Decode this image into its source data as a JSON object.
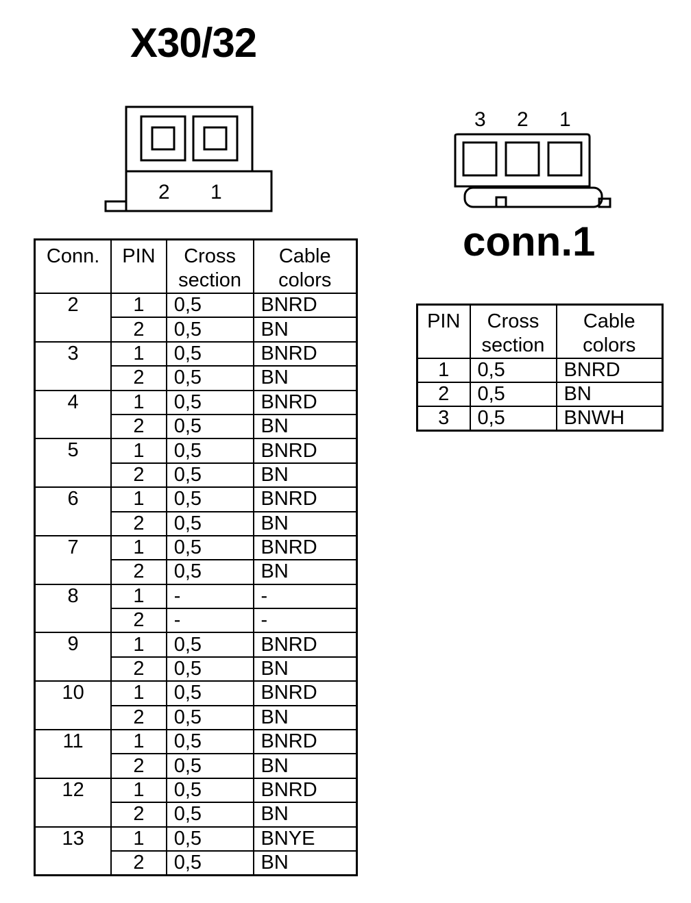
{
  "x30_block": {
    "title": "X30/32",
    "pin_labels": [
      "2",
      "1"
    ],
    "table": {
      "headers": [
        "Conn.",
        "PIN",
        "Cross\nsection",
        "Cable\ncolors"
      ],
      "groups": [
        {
          "conn": "2",
          "rows": [
            {
              "pin": "1",
              "section": "0,5",
              "color": "BNRD"
            },
            {
              "pin": "2",
              "section": "0,5",
              "color": "BN"
            }
          ]
        },
        {
          "conn": "3",
          "rows": [
            {
              "pin": "1",
              "section": "0,5",
              "color": "BNRD"
            },
            {
              "pin": "2",
              "section": "0,5",
              "color": "BN"
            }
          ]
        },
        {
          "conn": "4",
          "rows": [
            {
              "pin": "1",
              "section": "0,5",
              "color": "BNRD"
            },
            {
              "pin": "2",
              "section": "0,5",
              "color": "BN"
            }
          ]
        },
        {
          "conn": "5",
          "rows": [
            {
              "pin": "1",
              "section": "0,5",
              "color": "BNRD"
            },
            {
              "pin": "2",
              "section": "0,5",
              "color": "BN"
            }
          ]
        },
        {
          "conn": "6",
          "rows": [
            {
              "pin": "1",
              "section": "0,5",
              "color": "BNRD"
            },
            {
              "pin": "2",
              "section": "0,5",
              "color": "BN"
            }
          ]
        },
        {
          "conn": "7",
          "rows": [
            {
              "pin": "1",
              "section": "0,5",
              "color": "BNRD"
            },
            {
              "pin": "2",
              "section": "0,5",
              "color": "BN"
            }
          ]
        },
        {
          "conn": "8",
          "rows": [
            {
              "pin": "1",
              "section": "-",
              "color": "-"
            },
            {
              "pin": "2",
              "section": "-",
              "color": "-"
            }
          ]
        },
        {
          "conn": "9",
          "rows": [
            {
              "pin": "1",
              "section": "0,5",
              "color": "BNRD"
            },
            {
              "pin": "2",
              "section": "0,5",
              "color": "BN"
            }
          ]
        },
        {
          "conn": "10",
          "rows": [
            {
              "pin": "1",
              "section": "0,5",
              "color": "BNRD"
            },
            {
              "pin": "2",
              "section": "0,5",
              "color": "BN"
            }
          ]
        },
        {
          "conn": "11",
          "rows": [
            {
              "pin": "1",
              "section": "0,5",
              "color": "BNRD"
            },
            {
              "pin": "2",
              "section": "0,5",
              "color": "BN"
            }
          ]
        },
        {
          "conn": "12",
          "rows": [
            {
              "pin": "1",
              "section": "0,5",
              "color": "BNRD"
            },
            {
              "pin": "2",
              "section": "0,5",
              "color": "BN"
            }
          ]
        },
        {
          "conn": "13",
          "rows": [
            {
              "pin": "1",
              "section": "0,5",
              "color": "BNYE"
            },
            {
              "pin": "2",
              "section": "0,5",
              "color": "BN"
            }
          ]
        }
      ]
    }
  },
  "conn1_block": {
    "title": "conn.1",
    "pin_labels": [
      "3",
      "2",
      "1"
    ],
    "table": {
      "headers": [
        "PIN",
        "Cross\nsection",
        "Cable\ncolors"
      ],
      "rows": [
        {
          "pin": "1",
          "section": "0,5",
          "color": "BNRD"
        },
        {
          "pin": "2",
          "section": "0,5",
          "color": "BN"
        },
        {
          "pin": "3",
          "section": "0,5",
          "color": "BNWH"
        }
      ]
    }
  }
}
